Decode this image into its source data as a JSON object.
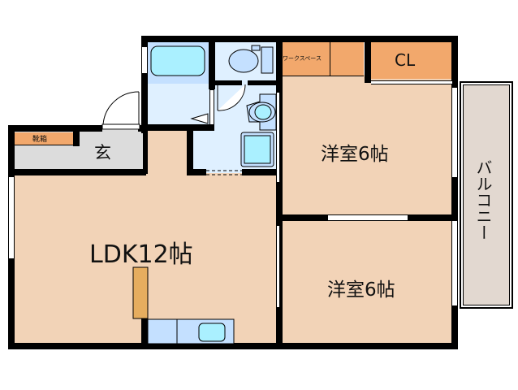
{
  "floorplan": {
    "rooms": {
      "ldk": {
        "label": "LDK12帖",
        "color": "#f2d3b7"
      },
      "western_room_1": {
        "label": "洋室6帖",
        "color": "#f2d3b7"
      },
      "western_room_2": {
        "label": "洋室6帖",
        "color": "#f2d3b7"
      },
      "entrance": {
        "label": "玄",
        "color": "#dcdcdc"
      },
      "shoe_box": {
        "label": "靴箱",
        "color": "#f2a86c"
      },
      "workspace": {
        "label": "ワークスペース",
        "color": "#f2a86c"
      },
      "closet": {
        "label": "CL",
        "color": "#f2a86c"
      },
      "balcony": {
        "label": "バルコニー",
        "color": "#e2d8d0"
      },
      "bathroom": {
        "color": "#c4e0ff"
      },
      "toilet": {
        "color": "#dff0ff"
      },
      "washroom": {
        "color": "#dff0ff"
      }
    },
    "colors": {
      "wall": "#000000",
      "fixture": "#aaf0ff",
      "counter": "#e6ad5f"
    }
  }
}
